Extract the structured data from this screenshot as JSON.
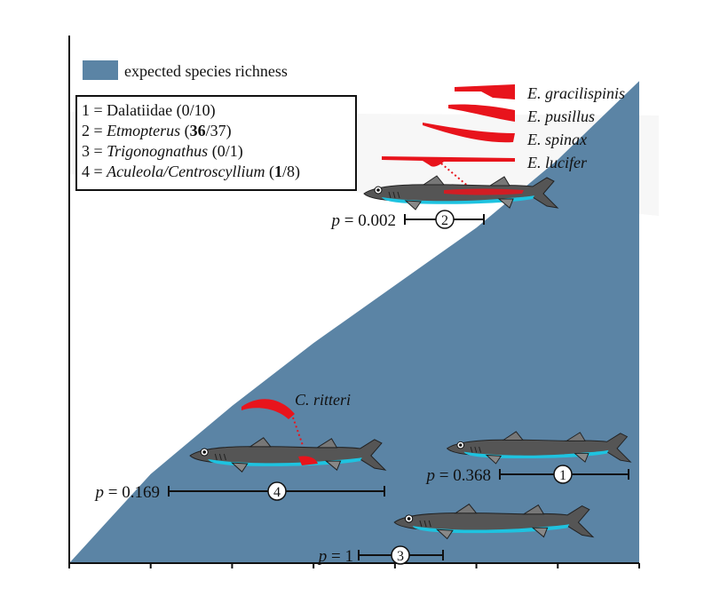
{
  "legend": {
    "label": "expected species richness",
    "color": "#5b84a5"
  },
  "key": {
    "rows": [
      {
        "num": "1 = ",
        "name": "Dalatiidae",
        "italic": false,
        "pre": " (",
        "bold": "",
        "post": "0/10)"
      },
      {
        "num": "2 = ",
        "name": "Etmopterus",
        "italic": true,
        "pre": " (",
        "bold": "36",
        "post": "/37)"
      },
      {
        "num": "3 =  ",
        "name": "Trigonognathus",
        "italic": true,
        "pre": " (",
        "bold": "",
        "post": "0/1)"
      },
      {
        "num": "4 = ",
        "name": "Aculeola/Centroscyllium",
        "italic": true,
        "pre": " (",
        "bold": "1",
        "post": "/8)"
      }
    ]
  },
  "species_labels": {
    "gracilispinis": "E. gracilispinis",
    "pusillus": "E. pusillus",
    "spinax": "E. spinax",
    "lucifer": "E. lucifer",
    "ritteri": "C. ritteri"
  },
  "clades": [
    {
      "id": "2",
      "p_prefix": "p",
      "p_value": " = 0.002"
    },
    {
      "id": "4",
      "p_prefix": "p",
      "p_value": " = 0.169"
    },
    {
      "id": "1",
      "p_prefix": "p",
      "p_value": " = 0.368"
    },
    {
      "id": "3",
      "p_prefix": "p",
      "p_value": " = 1"
    }
  ],
  "colors": {
    "shark_dark": "#555555",
    "shark_belly": "#1ec3e0",
    "light_organ": "#e8141c",
    "fill": "#5b84a5"
  },
  "chart_data": {
    "type": "area",
    "title": "",
    "xlabel": "",
    "ylabel": "",
    "x": [
      0,
      1,
      2,
      3,
      4,
      5,
      6,
      7
    ],
    "series": [
      {
        "name": "expected species richness",
        "values": [
          0.0,
          0.17,
          0.3,
          0.42,
          0.53,
          0.64,
          0.77,
          0.92
        ]
      }
    ],
    "xlim": [
      0,
      7
    ],
    "ylim": [
      0,
      1
    ],
    "x_ticks": 7,
    "grid": false,
    "legend_position": "top-left"
  }
}
